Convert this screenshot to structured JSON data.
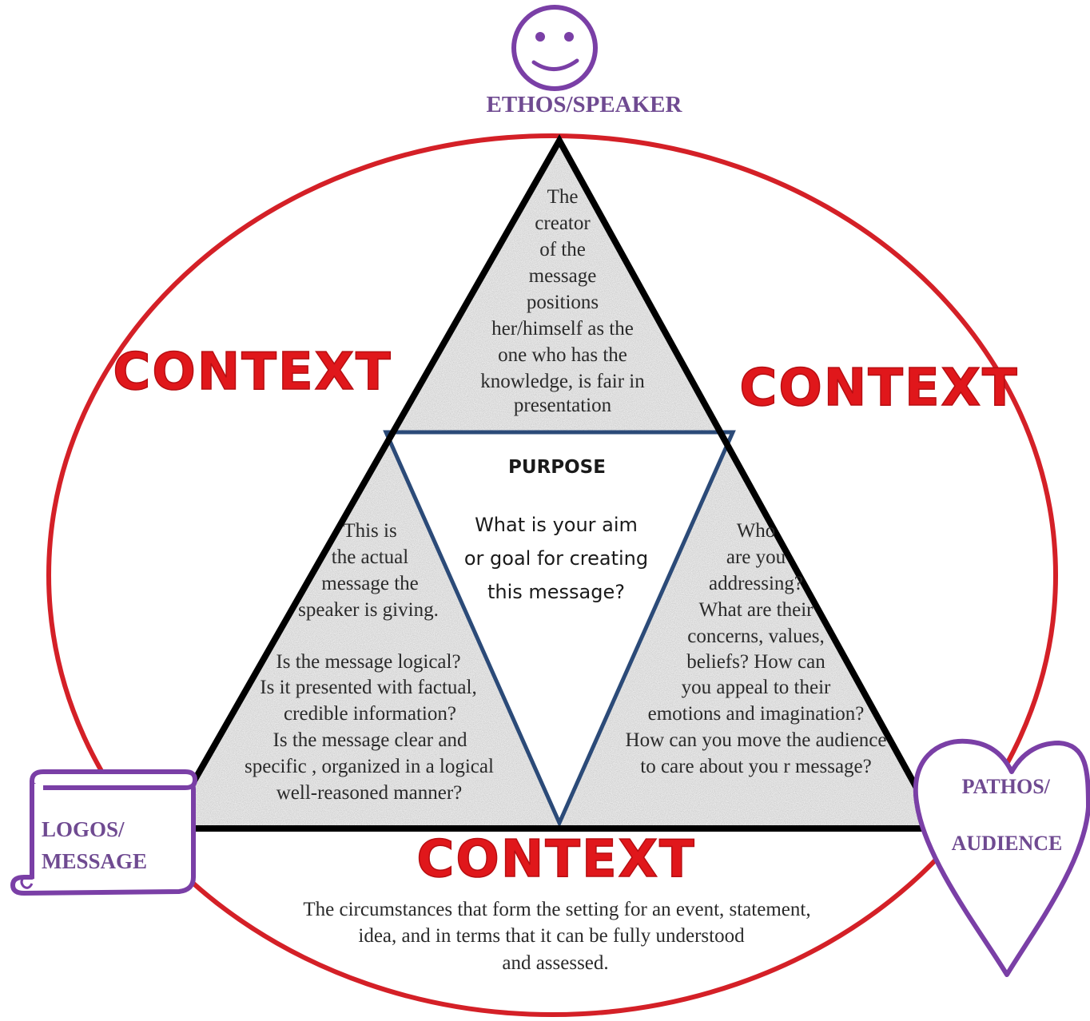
{
  "colors": {
    "context_red": "#e0171b",
    "ellipse_red": "#d42027",
    "purple": "#7a3fa6",
    "label_purple": "#6f4a91",
    "inner_triangle_blue": "#2b4a78",
    "outer_triangle": "#000000",
    "speckle_fill": "#e6e6e6"
  },
  "ethos": {
    "icon": "smiley-face-icon",
    "label": "ETHOS/SPEAKER",
    "description": [
      "The",
      "creator",
      "of the",
      "message",
      "positions",
      "her/himself as the",
      "one who has the",
      "knowledge, is fair in",
      "presentation"
    ]
  },
  "context_labels": [
    "CONTEXT",
    "CONTEXT",
    "CONTEXT"
  ],
  "purpose": {
    "title": "PURPOSE",
    "question": [
      "What is your aim",
      "or goal for creating",
      "this message?"
    ]
  },
  "logos": {
    "icon": "scroll-icon",
    "label": [
      "LOGOS/",
      "MESSAGE"
    ],
    "description": [
      "This is",
      "the actual",
      "message the",
      "speaker is giving.",
      "",
      "Is the message logical?",
      "Is it presented with factual,",
      "credible information?",
      "Is the message clear and",
      "specific , organized in a logical",
      "well-reasoned manner?"
    ]
  },
  "pathos": {
    "icon": "heart-icon",
    "label": [
      "PATHOS/",
      "AUDIENCE"
    ],
    "description": [
      "Who",
      "are you",
      "addressing?",
      "What are their",
      "concerns, values,",
      "beliefs? How can",
      "you appeal to their",
      "emotions and imagination?",
      "How can you move the audience",
      "to care about you r message?"
    ]
  },
  "context_definition": [
    "The circumstances that form the setting for an event, statement,",
    "idea, and in terms that it can be fully understood",
    "and assessed."
  ]
}
